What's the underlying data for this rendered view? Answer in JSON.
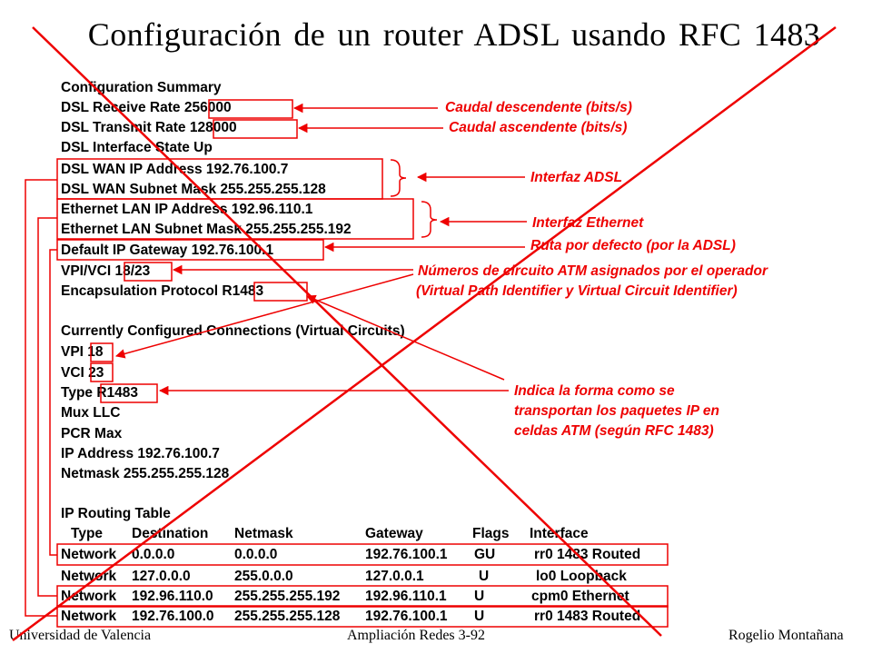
{
  "title": "Configuración de un router ADSL usando RFC 1483",
  "config": {
    "header": "Configuration Summary",
    "rx_label": "DSL Receive Rate",
    "rx_value": "256000",
    "tx_label": "DSL Transmit Rate",
    "tx_value": "128000",
    "state": "DSL Interface State Up",
    "wan_ip": "DSL WAN IP Address 192.76.100.7",
    "wan_mask": "DSL WAN Subnet Mask 255.255.255.128",
    "lan_ip": "Ethernet LAN IP Address 192.96.110.1",
    "lan_mask": "Ethernet LAN Subnet Mask 255.255.255.192",
    "gateway": "Default IP Gateway 192.76.100.1",
    "vpivci_label": "VPI/VCI",
    "vpivci_value": "18/23",
    "encap_label": "Encapsulation Protocol",
    "encap_value": "R1483",
    "connections_header": "Currently Configured Connections (Virtual Circuits)",
    "vpi_label": "VPI",
    "vpi_value": "18",
    "vci_label": "VCI",
    "vci_value": "23",
    "type_label": "Type",
    "type_value": "R1483",
    "mux": "Mux LLC",
    "pcr": "PCR Max",
    "ip": "IP Address 192.76.100.7",
    "netmask": "Netmask 255.255.255.128",
    "routing_header": "IP Routing Table"
  },
  "routing_table": {
    "columns": [
      "Type",
      "Destination",
      "Netmask",
      "Gateway",
      "Flags",
      "Interface"
    ],
    "rows": [
      [
        "Network",
        "0.0.0.0",
        "0.0.0.0",
        "192.76.100.1",
        "GU",
        "rr0 1483 Routed"
      ],
      [
        "Network",
        "127.0.0.0",
        "255.0.0.0",
        "127.0.0.1",
        "U",
        "lo0 Loopback"
      ],
      [
        "Network",
        "192.96.110.0",
        "255.255.255.192",
        "192.96.110.1",
        "U",
        "cpm0 Ethernet"
      ],
      [
        "Network",
        "192.76.100.0",
        "255.255.255.128",
        "192.76.100.1",
        "U",
        "rr0 1483 Routed"
      ]
    ]
  },
  "annotations": {
    "downstream": "Caudal descendente (bits/s)",
    "upstream": "Caudal ascendente (bits/s)",
    "adsl_interface": "Interfaz ADSL",
    "ethernet_interface": "Interfaz Ethernet",
    "default_route": "Ruta por defecto (por la ADSL)",
    "atm_circuits_line1": "Números de circuito ATM asignados por el operador",
    "atm_circuits_line2": "(Virtual Path Identifier y Virtual Circuit Identifier)",
    "encap_line1": "Indica la forma como se",
    "encap_line2": "transportan los paquetes IP en",
    "encap_line3": "celdas ATM (según RFC 1483)"
  },
  "footer": {
    "left": "Universidad de Valencia",
    "center": "Ampliación Redes 3-92",
    "right": "Rogelio Montañana"
  },
  "colors": {
    "annotation": "#ee0000",
    "text": "#000000"
  }
}
